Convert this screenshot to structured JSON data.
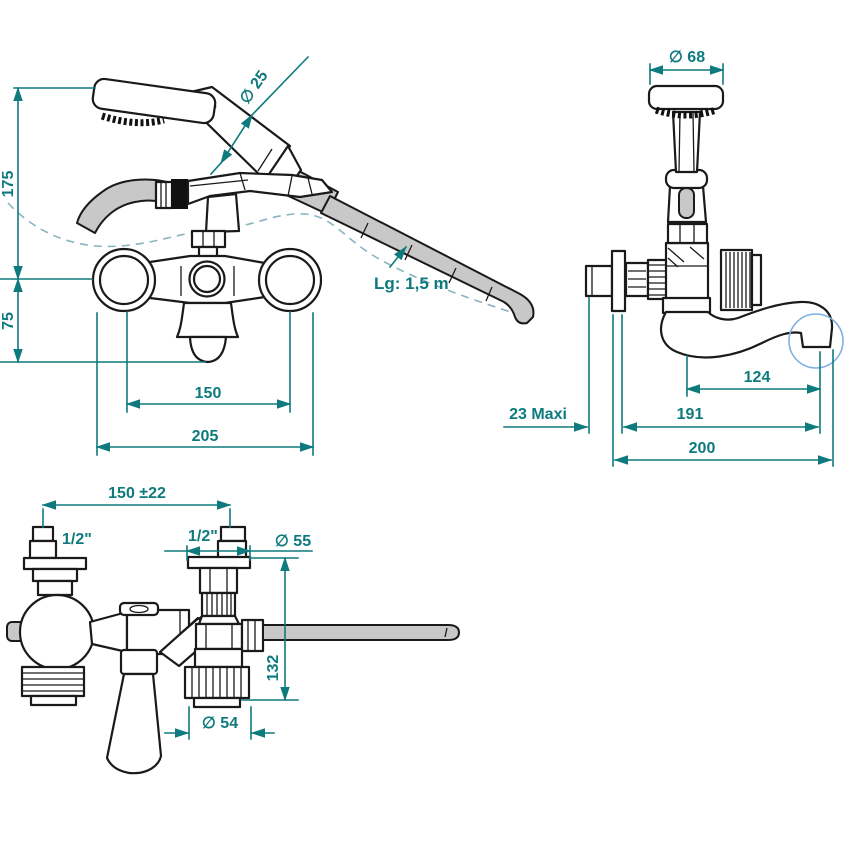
{
  "colors": {
    "dimension_annotations": "#0e7a7d",
    "drawing_lines": "#1a1a1a",
    "metal_fill": "#c8c8c8",
    "dashed_guide": "#8ab4bf",
    "highlight_circle": "#7fb0e0",
    "background": "#ffffff"
  },
  "front_view": {
    "height_above_body": "175",
    "height_below_body": "75",
    "handle_center_distance": "150",
    "overall_width": "205",
    "handset_diameter": "∅ 25",
    "hose_length": "Lg: 1,5 m"
  },
  "side_view": {
    "head_diameter": "∅ 68",
    "spout_tip_offset": "124",
    "wall_clearance_max": "23 Maxi",
    "spout_reach": "191",
    "overall_depth": "200"
  },
  "top_view": {
    "inlet_spacing": "150 ±22",
    "left_inlet_thread": "1/2\"",
    "right_inlet_thread": "1/2\"",
    "flange_diameter": "∅ 55",
    "body_depth": "132",
    "connector_diameter": "∅ 54"
  }
}
